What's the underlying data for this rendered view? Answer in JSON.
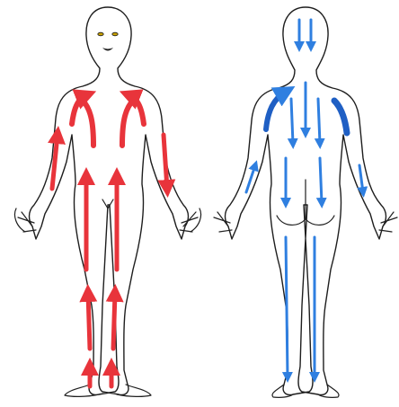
{
  "figures": [
    {
      "name": "front-view-figure",
      "view": "front",
      "flow_color": "#e8343b",
      "flow_direction": "upward"
    },
    {
      "name": "back-view-figure",
      "view": "back",
      "flow_color": "#2f7fe0",
      "flow_direction": "downward"
    }
  ],
  "colors": {
    "outline": "#1e1e1e",
    "background": "#ffffff",
    "eyes": "#c8a000"
  }
}
